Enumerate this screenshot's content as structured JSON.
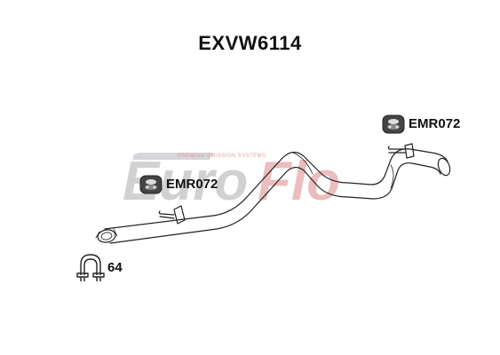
{
  "part_number": "EXVW6114",
  "watermark": {
    "brand_euro": "Euro",
    "brand_flo": "Flo",
    "tagline": "PREMIUM EMISSION SYSTEMS"
  },
  "components": {
    "mount_rear": {
      "code": "EMR072"
    },
    "mount_front": {
      "code": "EMR072"
    },
    "clamp": {
      "code": "64"
    }
  },
  "colors": {
    "watermark_grey": "#c9c9cc",
    "watermark_red": "#e9b2b2",
    "line": "#222222"
  }
}
